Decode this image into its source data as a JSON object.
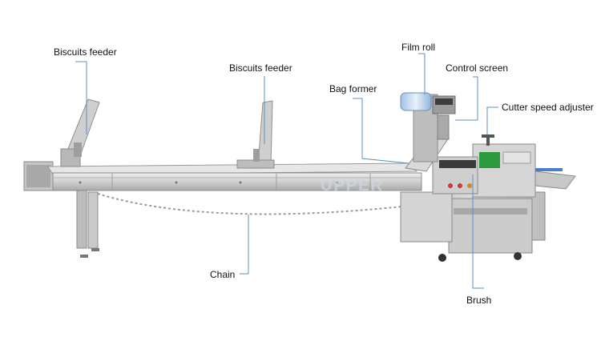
{
  "labels": {
    "biscuits_feeder_1": "Biscuits feeder",
    "biscuits_feeder_2": "Biscuits feeder",
    "film_roll": "Film roll",
    "control_screen": "Control screen",
    "bag_former": "Bag former",
    "cutter_speed_adjuster": "Cutter speed adjuster",
    "chain": "Chain",
    "brush": "Brush"
  },
  "watermark": "UPPER",
  "colors": {
    "leader_line": "#5b8fc7",
    "steel_light": "#d9d9d9",
    "steel_mid": "#bdbdbd",
    "steel_dark": "#8e8e8e",
    "cabinet": "#c9c9c9",
    "panel_green": "#2e9a3e",
    "film_blue": "#7aa6d8"
  }
}
